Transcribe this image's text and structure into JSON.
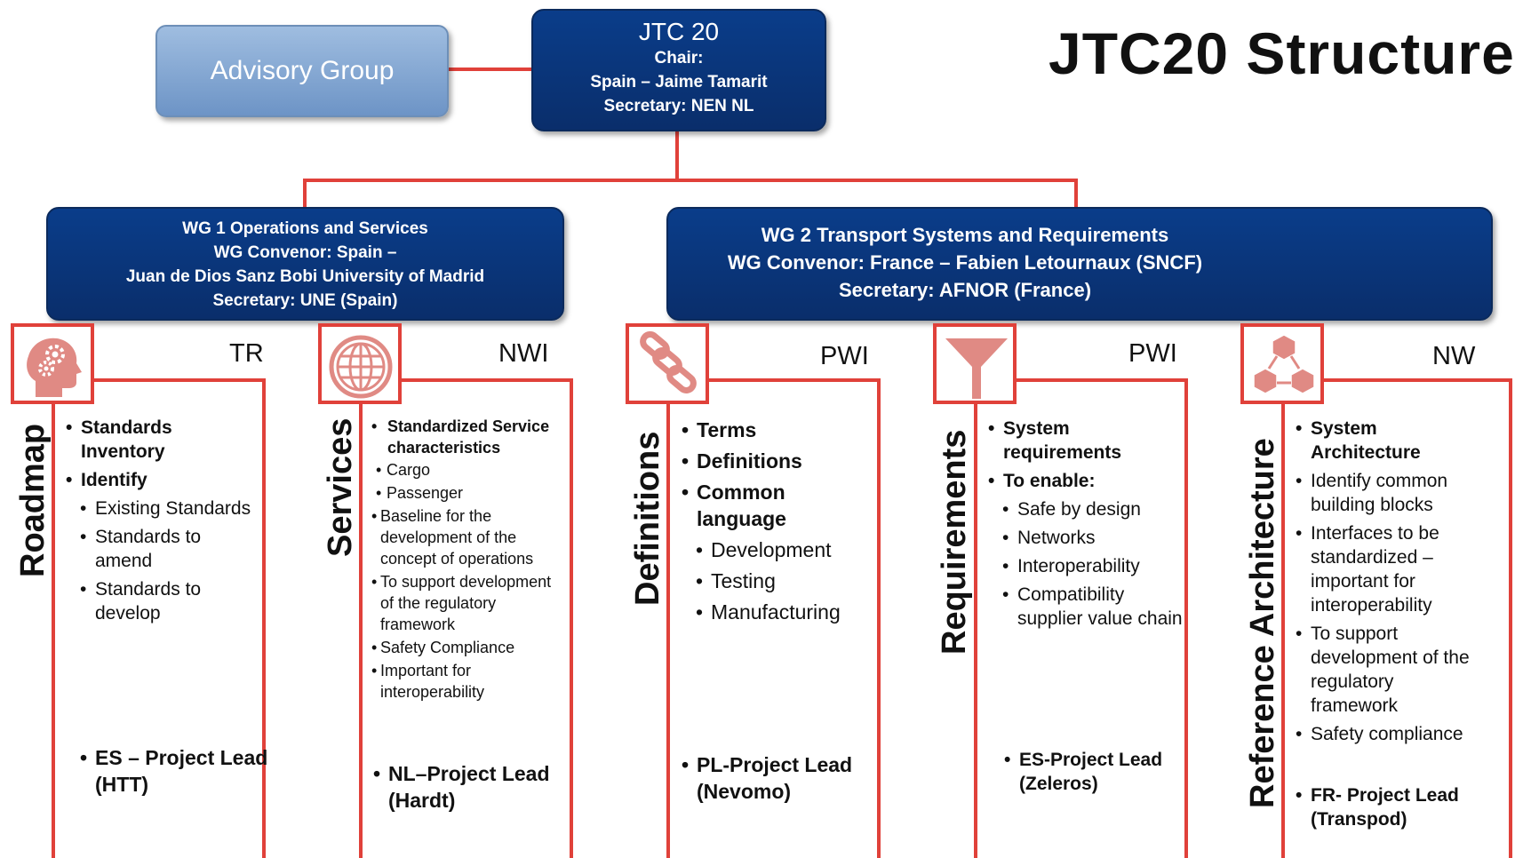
{
  "page_title": "JTC20 Structure",
  "advisory_group": "Advisory Group",
  "jtc": {
    "name": "JTC 20",
    "chair_label": "Chair:",
    "chair": "Spain – Jaime Tamarit",
    "secretary": "Secretary: NEN NL"
  },
  "wg1": {
    "line1": "WG 1 Operations and Services",
    "line2": "WG Convenor: Spain –",
    "line3": "Juan de Dios Sanz Bobi University of Madrid",
    "line4": "Secretary: UNE (Spain)"
  },
  "wg2": {
    "line1": "WG 2 Transport Systems and Requirements",
    "line2": "WG Convenor: France – Fabien Letournaux (SNCF)",
    "line3": "Secretary: AFNOR (France)"
  },
  "columns": [
    {
      "label": "Roadmap",
      "type": "TR",
      "icon": "head-gears-icon",
      "items": [
        {
          "text": "Standards Inventory",
          "level": 1,
          "bold": true
        },
        {
          "text": "Identify",
          "level": 1,
          "bold": true
        },
        {
          "text": "Existing Standards",
          "level": 2,
          "bold": false
        },
        {
          "text": "Standards to amend",
          "level": 2,
          "bold": false
        },
        {
          "text": "Standards to develop",
          "level": 2,
          "bold": false
        }
      ],
      "lead": "ES – Project Lead (HTT)"
    },
    {
      "label": "Services",
      "type": "NWI",
      "icon": "globe-icon",
      "items": [
        {
          "text": "Standardized Service characteristics",
          "level": 1,
          "bold": true
        },
        {
          "text": "Cargo",
          "level": 1,
          "bold": false
        },
        {
          "text": "Passenger",
          "level": 1,
          "bold": false
        },
        {
          "text": "Baseline for the development of the concept of operations",
          "level": 1,
          "bold": false
        },
        {
          "text": "To support development of the regulatory framework",
          "level": 1,
          "bold": false
        },
        {
          "text": "Safety Compliance",
          "level": 1,
          "bold": false
        },
        {
          "text": "Important for interoperability",
          "level": 1,
          "bold": false
        }
      ],
      "lead": "NL–Project Lead (Hardt)"
    },
    {
      "label": "Definitions",
      "type": "PWI",
      "icon": "chain-link-icon",
      "items": [
        {
          "text": "Terms",
          "level": 1,
          "bold": true
        },
        {
          "text": "Definitions",
          "level": 1,
          "bold": true
        },
        {
          "text": "Common language",
          "level": 1,
          "bold": true
        },
        {
          "text": "Development",
          "level": 2,
          "bold": false
        },
        {
          "text": "Testing",
          "level": 2,
          "bold": false
        },
        {
          "text": "Manufacturing",
          "level": 2,
          "bold": false
        }
      ],
      "lead": "PL-Project Lead (Nevomo)"
    },
    {
      "label": "Requirements",
      "type": "PWI",
      "icon": "funnel-icon",
      "items": [
        {
          "text": "System requirements",
          "level": 1,
          "bold": true
        },
        {
          "text": "To enable:",
          "level": 1,
          "bold": true
        },
        {
          "text": "Safe by design",
          "level": 2,
          "bold": false
        },
        {
          "text": "Networks",
          "level": 2,
          "bold": false
        },
        {
          "text": "Interoperability",
          "level": 2,
          "bold": false
        },
        {
          "text": "Compatibility supplier value chain",
          "level": 2,
          "bold": false
        }
      ],
      "lead": "ES-Project Lead (Zeleros)"
    },
    {
      "label": "Reference Architecture",
      "type": "NW",
      "icon": "cubes-network-icon",
      "items": [
        {
          "text": "System Architecture",
          "level": 1,
          "bold": true
        },
        {
          "text": "Identify common building blocks",
          "level": 1,
          "bold": false
        },
        {
          "text": "Interfaces to be standardized – important for interoperability",
          "level": 1,
          "bold": false
        },
        {
          "text": "To support development of the regulatory framework",
          "level": 1,
          "bold": false
        },
        {
          "text": "Safety  compliance",
          "level": 1,
          "bold": false
        }
      ],
      "lead": "FR- Project Lead (Transpod)"
    }
  ]
}
